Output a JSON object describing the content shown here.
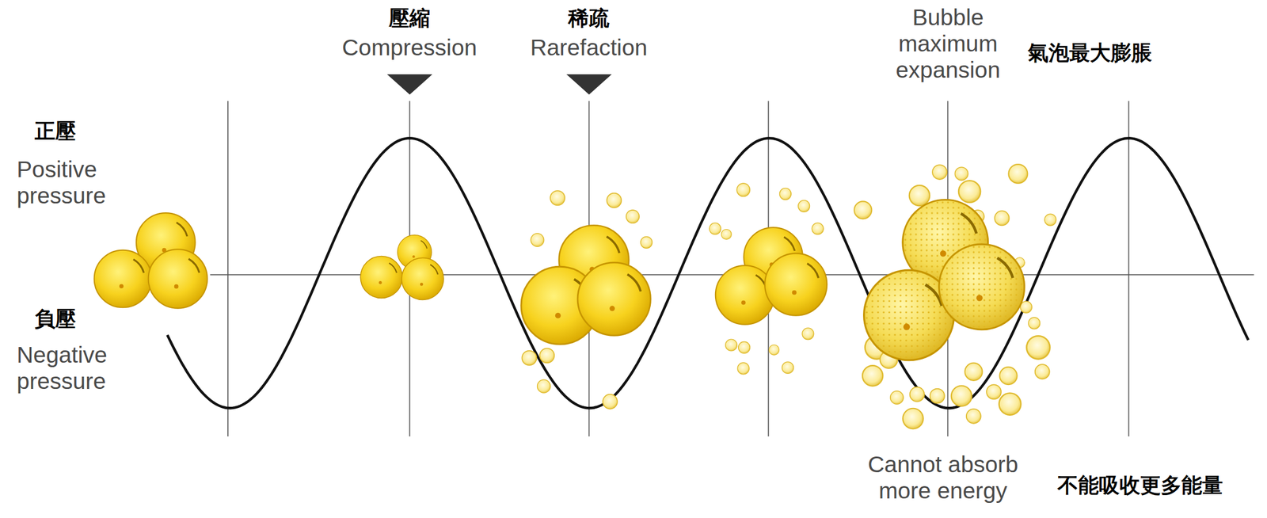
{
  "diagram": {
    "labels": [
      "壓縮",
      "Compression",
      "稀疏",
      "Rarefaction",
      "Bubble maximum expansion",
      "氣泡最大膨脹",
      "正壓",
      "Positive pressure",
      "負壓",
      "Negative pressure",
      "Cannot absorb more energy",
      "不能吸收更多能量"
    ]
  }
}
